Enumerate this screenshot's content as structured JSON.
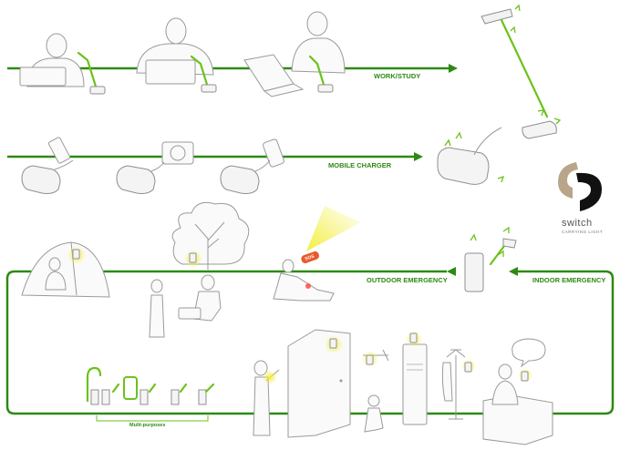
{
  "labels": {
    "work_study": "WORK/STUDY",
    "mobile_charger": "MOBILE CHARGER",
    "outdoor_emergency": "OUTDOOR EMERGENCY",
    "indoor_emergency": "INDOOR EMERGENCY",
    "multi_purposes": "Mulit-purposes",
    "sos": "SOS"
  },
  "brand": {
    "name": "switch",
    "tagline": "CARRYING LIGHT"
  },
  "colors": {
    "line_green": "#2d8a12",
    "lamp_green": "#6cc21a",
    "glow_yellow": "#f3ee3a",
    "logo_dark": "#111111",
    "logo_tan": "#b9a58a"
  }
}
